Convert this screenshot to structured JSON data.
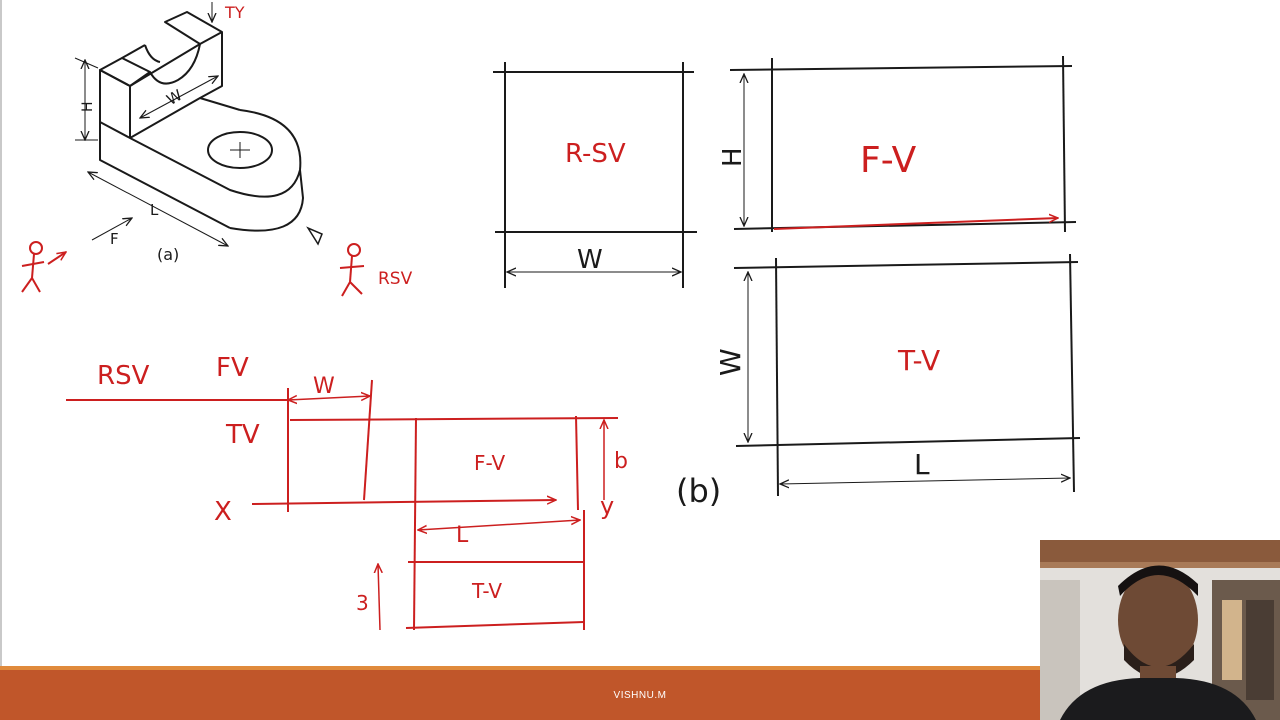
{
  "iso": {
    "label_ty": "TY",
    "label_h": "H",
    "label_w": "W",
    "label_l": "L",
    "label_f": "F",
    "caption": "(a)",
    "label_rsv": "RSV"
  },
  "views": {
    "rsv_box": "R-SV",
    "rsv_dim": "W",
    "fv_box": "F-V",
    "fv_dim": "H",
    "tv_box": "T-V",
    "tv_dim_w": "W",
    "tv_dim_l": "L",
    "caption": "(b)"
  },
  "sketch": {
    "rsv": "RSV",
    "fv": "FV",
    "w": "W",
    "tv": "TV",
    "x": "X",
    "y": "y",
    "fv_box": "F-V",
    "b": "b",
    "l": "L",
    "tv_box": "T-V",
    "three": "3"
  },
  "footer": {
    "author": "VISHNU.M"
  },
  "colors": {
    "ink": "#1a1a1a",
    "red": "#cc1f1f",
    "footer": "#c0562a",
    "footer_line": "#e08a3c"
  }
}
